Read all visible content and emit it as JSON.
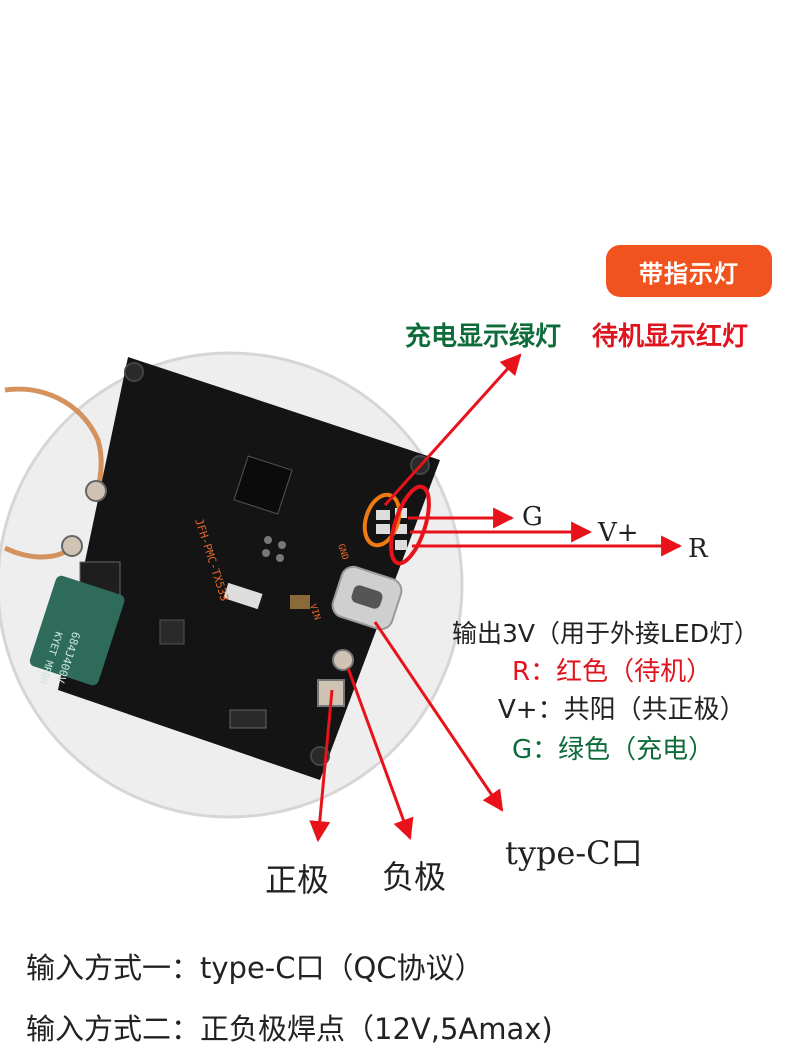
{
  "badge": {
    "label": "带指示灯"
  },
  "led_titles": {
    "green": "充电显示绿灯",
    "red": "待机显示红灯"
  },
  "pins": {
    "g": "G",
    "v": "V+",
    "r": "R"
  },
  "output": {
    "title": "输出3V（用于外接LED灯）",
    "r": "R：红色（待机）",
    "v": "V+：共阳（共正极）",
    "g": "G：绿色（充电）"
  },
  "labels": {
    "typec": "type-C口",
    "positive": "正极",
    "negative": "负极"
  },
  "board_text": {
    "model": "JFH-PMC-TX533",
    "gnd": "GND",
    "vin": "VIN",
    "cap": "684J400V",
    "cap2": "KYET MPBH"
  },
  "input_modes": {
    "mode1": "输入方式一：type-C口（QC协议）",
    "mode2": "输入方式二：正负极焊点（12V,5Amax)"
  },
  "colors": {
    "accent": "#f0531d",
    "green": "#0e6b3a",
    "red": "#e0141e",
    "arrow": "#e8121a"
  }
}
